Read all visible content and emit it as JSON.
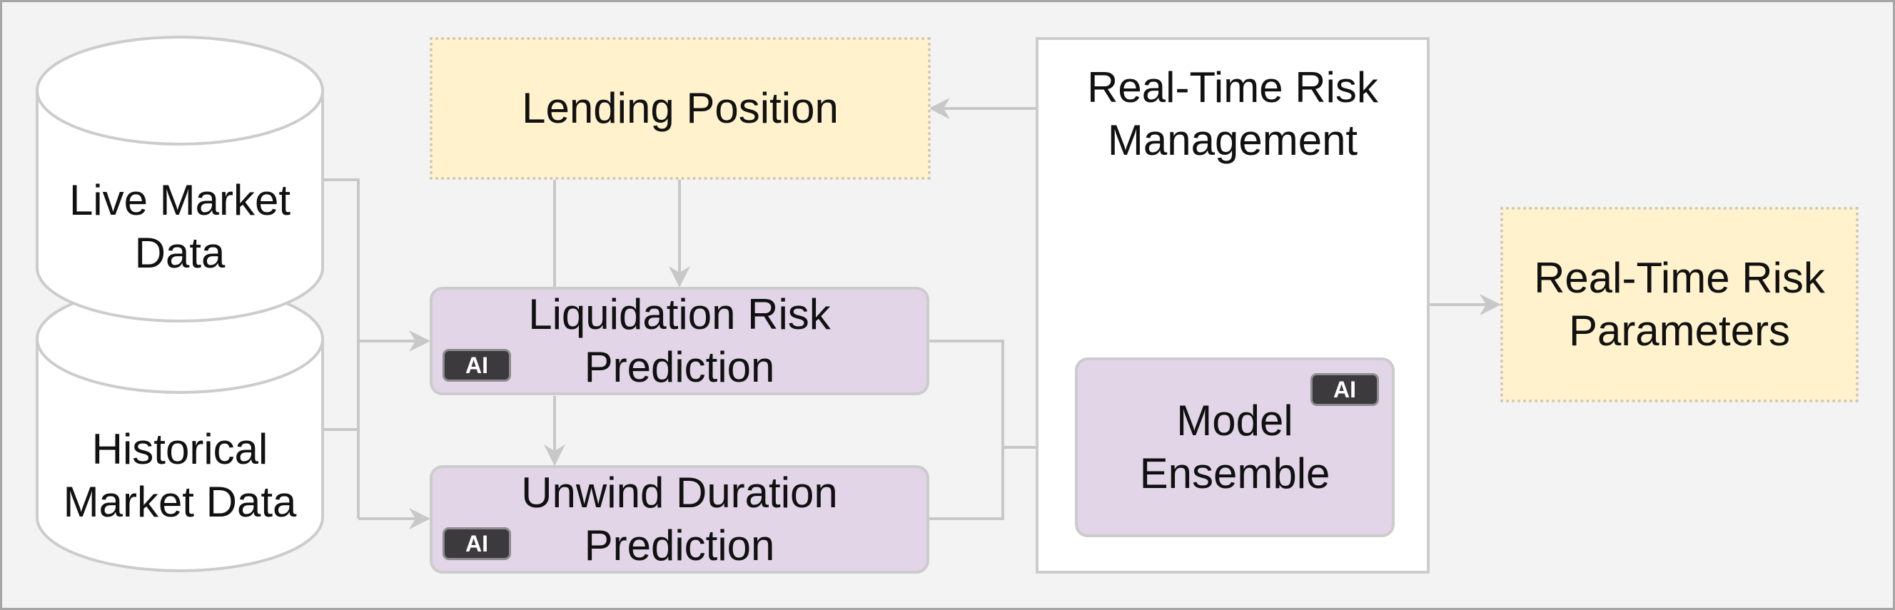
{
  "nodes": {
    "live_market_data": "Live Market\nData",
    "historical_market_data": "Historical\nMarket Data",
    "lending_position": "Lending Position",
    "liquidation_risk_prediction": "Liquidation Risk\nPrediction",
    "unwind_duration_prediction": "Unwind Duration\nPrediction",
    "real_time_risk_management": "Real-Time Risk\nManagement",
    "model_ensemble": "Model\nEnsemble",
    "real_time_risk_parameters": "Real-Time Risk\nParameters"
  },
  "badges": {
    "ai": "AI"
  },
  "colors": {
    "background": "#f3f3f3",
    "input_output_fill": "#fff2cc",
    "model_fill": "#e1d5e7",
    "badge_fill": "#3c3a3c",
    "connector": "#c8c8c8"
  }
}
